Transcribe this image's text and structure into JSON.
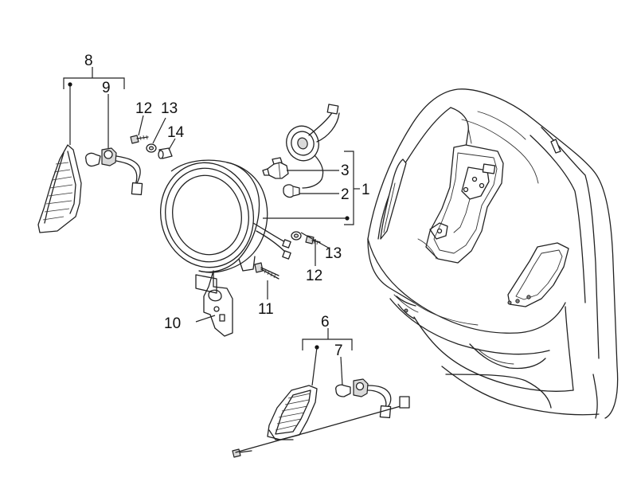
{
  "callouts": {
    "c1": "1",
    "c2": "2",
    "c3": "3",
    "c6": "6",
    "c7": "7",
    "c8": "8",
    "c9": "9",
    "c10": "10",
    "c11": "11",
    "c12a": "12",
    "c12b": "12",
    "c13a": "13",
    "c13b": "13",
    "c14": "14"
  }
}
